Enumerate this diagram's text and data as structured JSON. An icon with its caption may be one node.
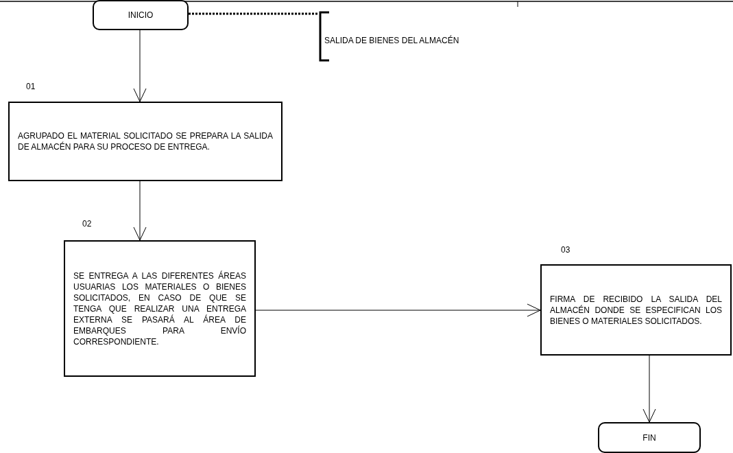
{
  "diagram": {
    "nodes": [
      {
        "text": [
          "INICIO"
        ]
      },
      {
        "text": [
          "SALIDA DE BIENES DEL ALMACÉN"
        ]
      },
      {
        "text": [
          "AGRUPADO EL MATERIAL SOLICITADO SE PREPARA LA SALIDA DE ALMACÉN PARA SU PROCESO DE ENTREGA."
        ],
        "beside": [
          "01"
        ]
      },
      {
        "text": [
          "SE ENTREGA A LAS DIFERENTES ÁREAS USUARIAS LOS MATERIALES O BIENES SOLICITADOS, EN CASO DE QUE SE TENGA QUE REALIZAR UNA ENTREGA EXTERNA SE PASARÁ AL ÁREA DE EMBARQUES PARA ENVÍO CORRESPONDIENTE."
        ],
        "beside": [
          "02"
        ]
      },
      {
        "text": [
          "FIRMA DE RECIBIDO LA SALIDA DEL ALMACÉN DONDE SE ESPECIFICAN LOS BIENES O MATERIALES SOLICITADOS."
        ],
        "beside": [
          "03"
        ]
      },
      {
        "text": [
          "FIN"
        ]
      }
    ],
    "edges": [
      {
        "from": 0,
        "to": 1,
        "arrow": "none",
        "style": "dashed"
      },
      {
        "from": 0,
        "to": 2,
        "arrow": "to"
      },
      {
        "from": 2,
        "to": 3,
        "arrow": "to"
      },
      {
        "from": 3,
        "to": 4,
        "arrow": "to"
      },
      {
        "from": 4,
        "to": 5,
        "arrow": "to"
      }
    ]
  }
}
